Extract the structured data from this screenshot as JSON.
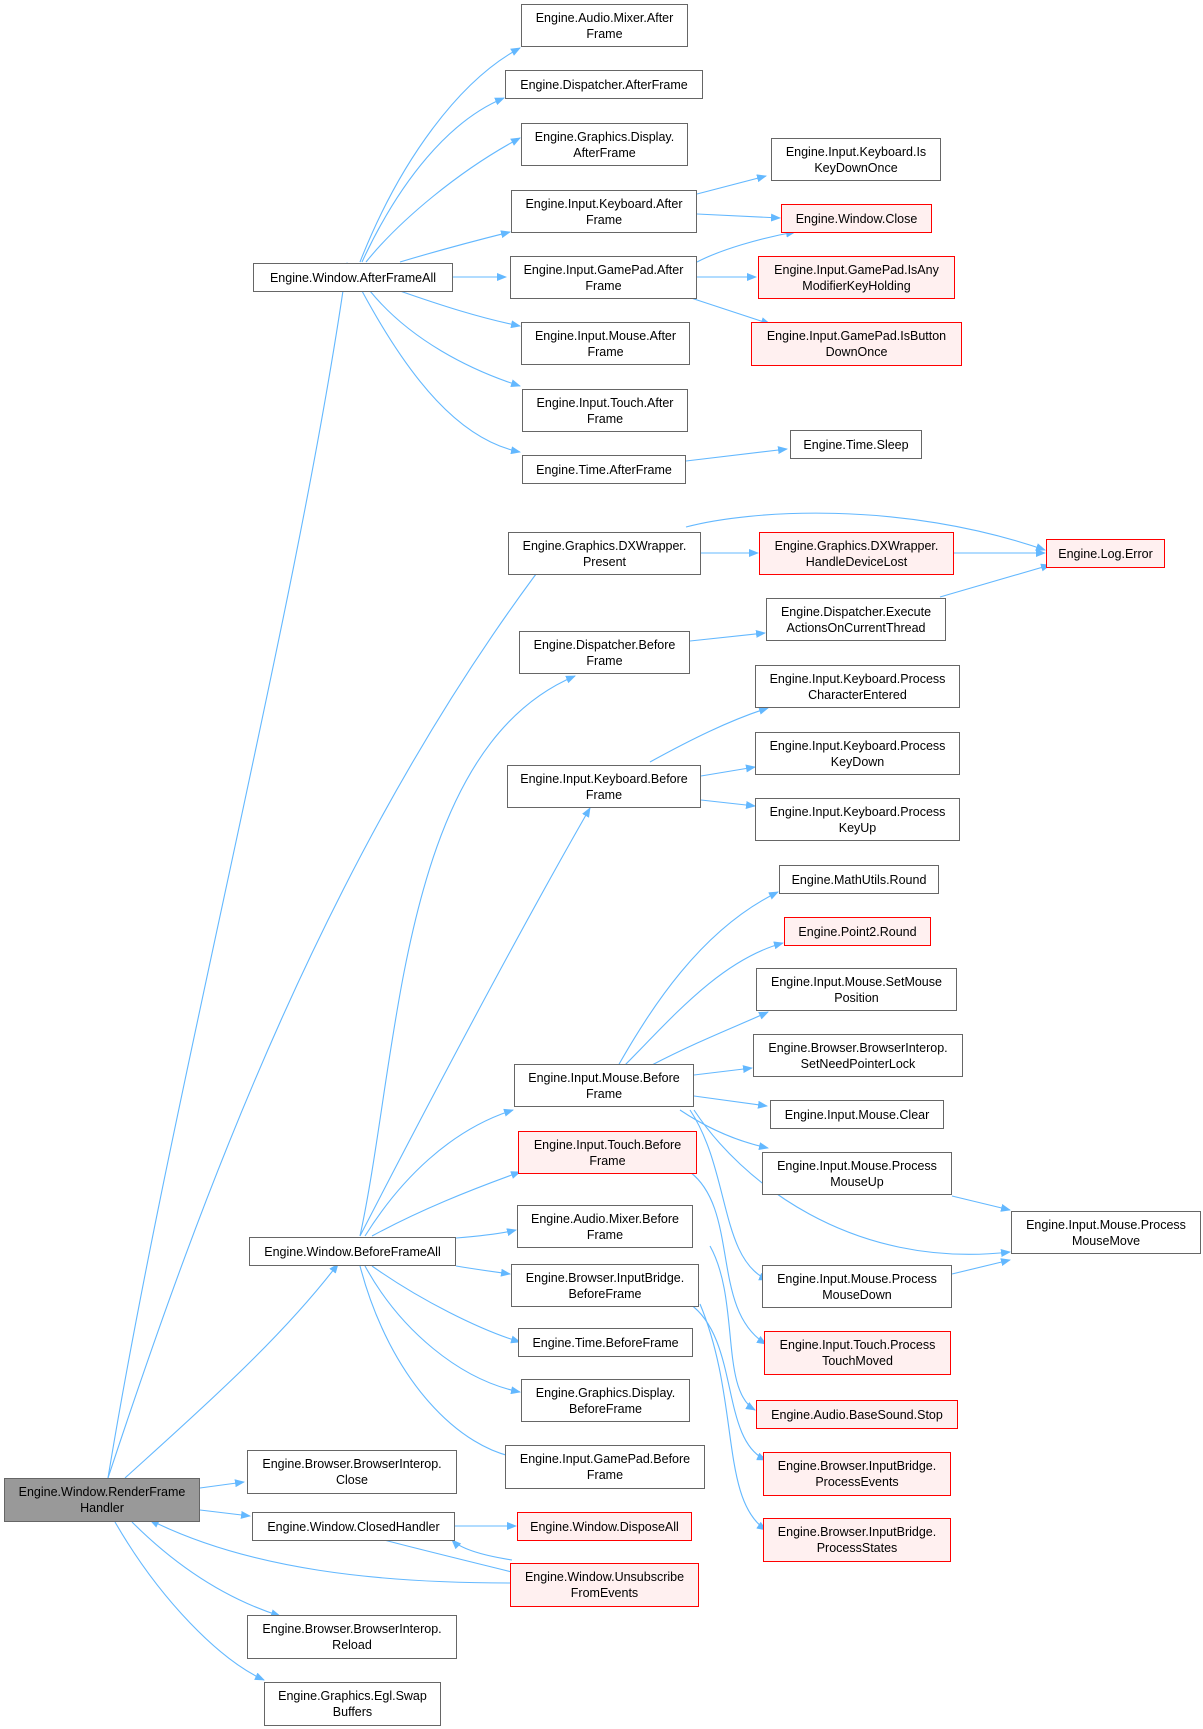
{
  "colors": {
    "edge": "#63b8ff",
    "node_border": "#666666",
    "node_red_border": "#ff0000",
    "node_red_fill": "#fff0f0",
    "root_fill": "#999999"
  },
  "nodes": {
    "root": {
      "l1": "Engine.Window.RenderFrame",
      "l2": "Handler"
    },
    "afterAll": {
      "l1": "Engine.Window.AfterFrameAll"
    },
    "beforeAll": {
      "l1": "Engine.Window.BeforeFrameAll"
    },
    "dxPresent": {
      "l1": "Engine.Graphics.DXWrapper.",
      "l2": "Present"
    },
    "bbiClose": {
      "l1": "Engine.Browser.BrowserInterop.",
      "l2": "Close"
    },
    "closedHandler": {
      "l1": "Engine.Window.ClosedHandler"
    },
    "bbiReload": {
      "l1": "Engine.Browser.BrowserInterop.",
      "l2": "Reload"
    },
    "eglSwap": {
      "l1": "Engine.Graphics.Egl.Swap",
      "l2": "Buffers"
    },
    "mixerAfter": {
      "l1": "Engine.Audio.Mixer.After",
      "l2": "Frame"
    },
    "dispAfter": {
      "l1": "Engine.Dispatcher.AfterFrame"
    },
    "gdAfter": {
      "l1": "Engine.Graphics.Display.",
      "l2": "AfterFrame"
    },
    "kbAfter": {
      "l1": "Engine.Input.Keyboard.After",
      "l2": "Frame"
    },
    "gpAfter": {
      "l1": "Engine.Input.GamePad.After",
      "l2": "Frame"
    },
    "mouseAfter": {
      "l1": "Engine.Input.Mouse.After",
      "l2": "Frame"
    },
    "touchAfter": {
      "l1": "Engine.Input.Touch.After",
      "l2": "Frame"
    },
    "timeAfter": {
      "l1": "Engine.Time.AfterFrame"
    },
    "kbKeyDownOnce": {
      "l1": "Engine.Input.Keyboard.Is",
      "l2": "KeyDownOnce"
    },
    "winClose": {
      "l1": "Engine.Window.Close"
    },
    "gpModifier": {
      "l1": "Engine.Input.GamePad.IsAny",
      "l2": "ModifierKeyHolding"
    },
    "gpButtonDown": {
      "l1": "Engine.Input.GamePad.IsButton",
      "l2": "DownOnce"
    },
    "timeSleep": {
      "l1": "Engine.Time.Sleep"
    },
    "dxDeviceLost": {
      "l1": "Engine.Graphics.DXWrapper.",
      "l2": "HandleDeviceLost"
    },
    "logError": {
      "l1": "Engine.Log.Error"
    },
    "dispExec": {
      "l1": "Engine.Dispatcher.Execute",
      "l2": "ActionsOnCurrentThread"
    },
    "dispBefore": {
      "l1": "Engine.Dispatcher.Before",
      "l2": "Frame"
    },
    "kbProcChar": {
      "l1": "Engine.Input.Keyboard.Process",
      "l2": "CharacterEntered"
    },
    "kbProcKeyDown": {
      "l1": "Engine.Input.Keyboard.Process",
      "l2": "KeyDown"
    },
    "kbProcKeyUp": {
      "l1": "Engine.Input.Keyboard.Process",
      "l2": "KeyUp"
    },
    "kbBefore": {
      "l1": "Engine.Input.Keyboard.Before",
      "l2": "Frame"
    },
    "mathRound": {
      "l1": "Engine.MathUtils.Round"
    },
    "point2Round": {
      "l1": "Engine.Point2.Round"
    },
    "mouseSetPos": {
      "l1": "Engine.Input.Mouse.SetMouse",
      "l2": "Position"
    },
    "bbiPointerLock": {
      "l1": "Engine.Browser.BrowserInterop.",
      "l2": "SetNeedPointerLock"
    },
    "mouseBefore": {
      "l1": "Engine.Input.Mouse.Before",
      "l2": "Frame"
    },
    "mouseClear": {
      "l1": "Engine.Input.Mouse.Clear"
    },
    "touchBefore": {
      "l1": "Engine.Input.Touch.Before",
      "l2": "Frame"
    },
    "mouseProcUp": {
      "l1": "Engine.Input.Mouse.Process",
      "l2": "MouseUp"
    },
    "mouseProcMove": {
      "l1": "Engine.Input.Mouse.Process",
      "l2": "MouseMove"
    },
    "mixerBefore": {
      "l1": "Engine.Audio.Mixer.Before",
      "l2": "Frame"
    },
    "ibBefore": {
      "l1": "Engine.Browser.InputBridge.",
      "l2": "BeforeFrame"
    },
    "mouseProcDown": {
      "l1": "Engine.Input.Mouse.Process",
      "l2": "MouseDown"
    },
    "timeBefore": {
      "l1": "Engine.Time.BeforeFrame"
    },
    "touchProcMoved": {
      "l1": "Engine.Input.Touch.Process",
      "l2": "TouchMoved"
    },
    "gdBefore": {
      "l1": "Engine.Graphics.Display.",
      "l2": "BeforeFrame"
    },
    "soundStop": {
      "l1": "Engine.Audio.BaseSound.Stop"
    },
    "gpBefore": {
      "l1": "Engine.Input.GamePad.Before",
      "l2": "Frame"
    },
    "ibProcEvents": {
      "l1": "Engine.Browser.InputBridge.",
      "l2": "ProcessEvents"
    },
    "ibProcStates": {
      "l1": "Engine.Browser.InputBridge.",
      "l2": "ProcessStates"
    },
    "winDisposeAll": {
      "l1": "Engine.Window.DisposeAll"
    },
    "winUnsub": {
      "l1": "Engine.Window.Unsubscribe",
      "l2": "FromEvents"
    }
  }
}
